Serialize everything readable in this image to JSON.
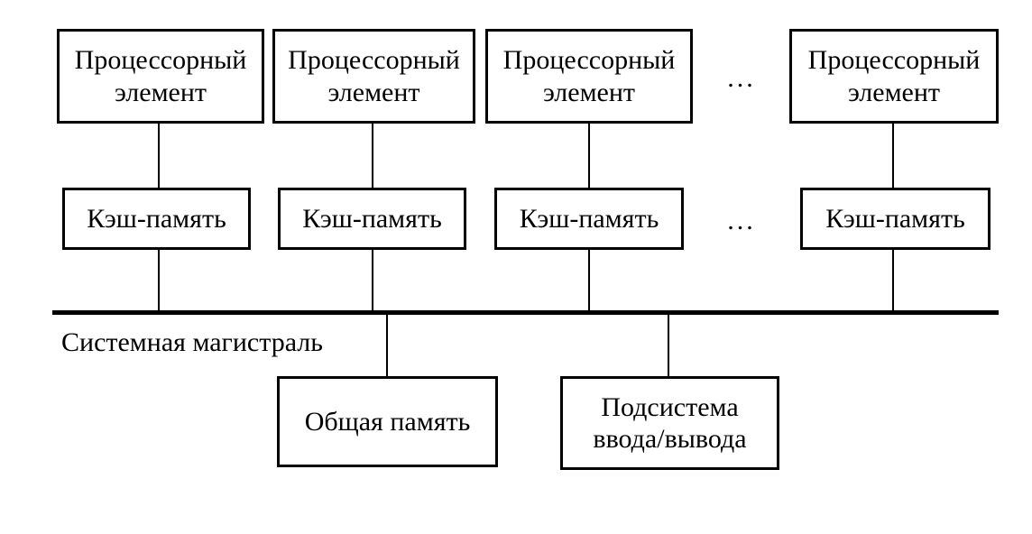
{
  "colors": {
    "line": "#000000",
    "text": "#000000",
    "background": "#ffffff"
  },
  "diagram": {
    "processors": [
      {
        "label": "Процессорный элемент"
      },
      {
        "label": "Процессорный элемент"
      },
      {
        "label": "Процессорный элемент"
      },
      {
        "label": "Процессорный элемент"
      }
    ],
    "processor_ellipsis": "...",
    "caches": [
      {
        "label": "Кэш-память"
      },
      {
        "label": "Кэш-память"
      },
      {
        "label": "Кэш-память"
      },
      {
        "label": "Кэш-память"
      }
    ],
    "cache_ellipsis": "...",
    "bus": {
      "label": "Системная магистраль"
    },
    "shared_memory": {
      "label": "Общая память"
    },
    "io_subsystem": {
      "label": "Подсистема ввода/вывода"
    }
  }
}
